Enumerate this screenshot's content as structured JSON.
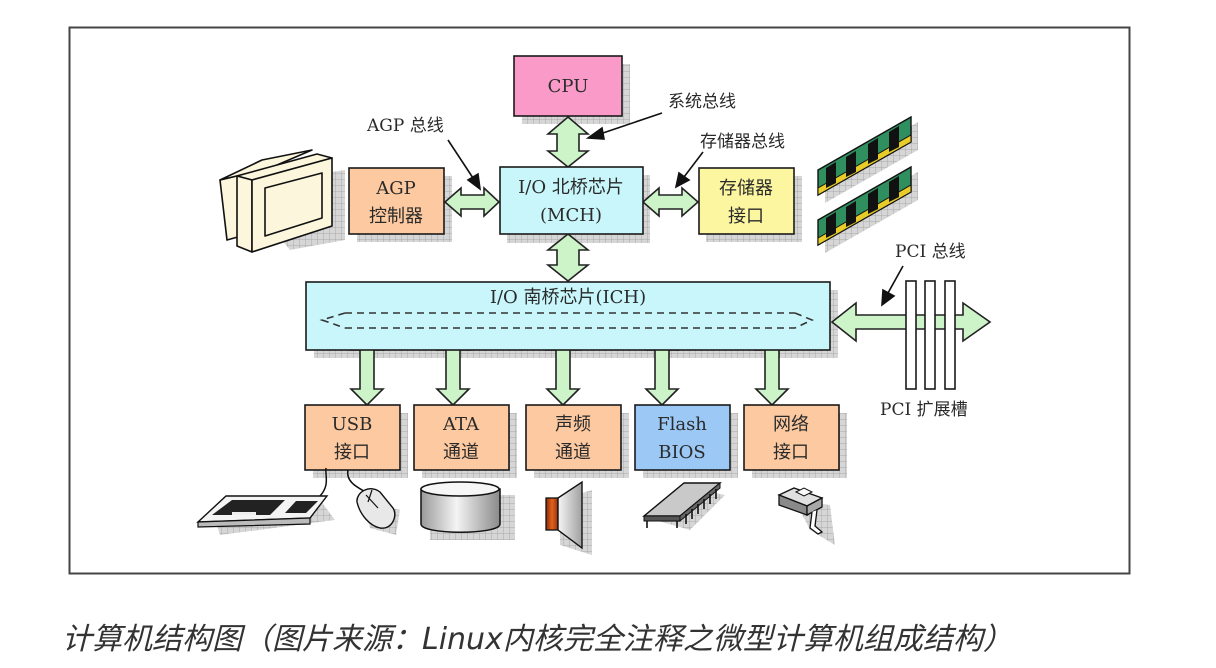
{
  "colors": {
    "cpu": "#f99ac8",
    "bridge": "#c8f6fb",
    "agp": "#fcc9a0",
    "memory": "#fdf6a0",
    "io_orange": "#fcc9a0",
    "flash": "#9cc8f5",
    "arrow": "#cdf3c9",
    "shadow": "#c8c8c8"
  },
  "components": {
    "cpu": {
      "line1": "CPU"
    },
    "mch": {
      "line1": "I/O 北桥芯片",
      "line2": "(MCH)"
    },
    "agp_controller": {
      "line1": "AGP",
      "line2": "控制器"
    },
    "memory_interface": {
      "line1": "存储器",
      "line2": "接口"
    },
    "ich": {
      "line1": "I/O 南桥芯片(ICH)"
    },
    "usb": {
      "line1": "USB",
      "line2": "接口"
    },
    "ata": {
      "line1": "ATA",
      "line2": "通道"
    },
    "audio": {
      "line1": "声频",
      "line2": "通道"
    },
    "flash_bios": {
      "line1": "Flash",
      "line2": "BIOS"
    },
    "network": {
      "line1": "网络",
      "line2": "接口"
    }
  },
  "labels": {
    "system_bus": "系统总线",
    "agp_bus": "AGP 总线",
    "memory_bus": "存储器总线",
    "pci_bus": "PCI 总线",
    "pci_slots": "PCI 扩展槽"
  },
  "devices": [
    "monitor",
    "memory-modules",
    "keyboard",
    "mouse",
    "hard-disk",
    "speaker",
    "bios-chip",
    "network-connector"
  ],
  "caption": "计算机结构图（图片来源：Linux内核完全注释之微型计算机组成结构）"
}
